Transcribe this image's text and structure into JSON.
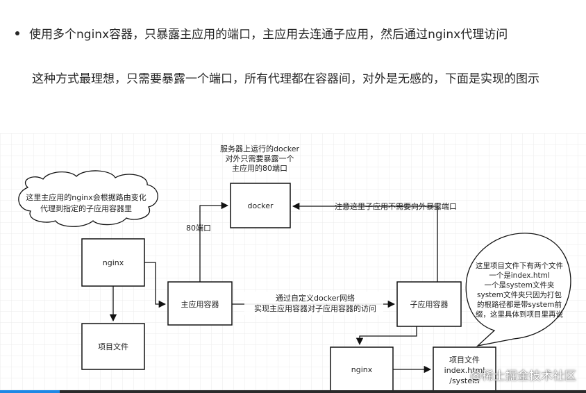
{
  "article": {
    "bullet_text": "使用多个nginx容器，只暴露主应用的端口，主应用去连通子应用，然后通过nginx代理访问",
    "paragraph": "这种方式最理想，只需要暴露一个端口，所有代理都在容器间，对外是无感的，下面是实现的图示"
  },
  "diagram": {
    "server_note": [
      "服务器上运行的docker",
      "对外只需要暴露一个",
      "主应用的80端口"
    ],
    "docker_label": "docker",
    "port_label": "80端口",
    "sub_port_note": "注意这里子应用不需要向外暴露端口",
    "left_cloud": [
      "这里主应用的nginx会根据路由变化",
      "代理到指定的子应用容器里"
    ],
    "nginx_main": "nginx",
    "main_container": "主应用容器",
    "network_note": [
      "通过自定义docker网络",
      "实现主应用容器对子应用容器的访问"
    ],
    "sub_container": "子应用容器",
    "project_files_main": "项目文件",
    "right_bubble": [
      "这里项目文件下有两个文件",
      "一个是index.html",
      "一个是system文件夹",
      "system文件夹只因为打包",
      "的根路径都是带system前",
      "缀，这里具体到项目里再说"
    ],
    "nginx_sub": "nginx",
    "project_files_sub": [
      "项目文件",
      "index.html",
      "/system"
    ]
  },
  "watermark": "@稀土掘金技术社区",
  "colors": {
    "grid": "#eaeaea",
    "stroke": "#111111",
    "bar": "#2a2a2a",
    "accent": "#1e88e5"
  }
}
